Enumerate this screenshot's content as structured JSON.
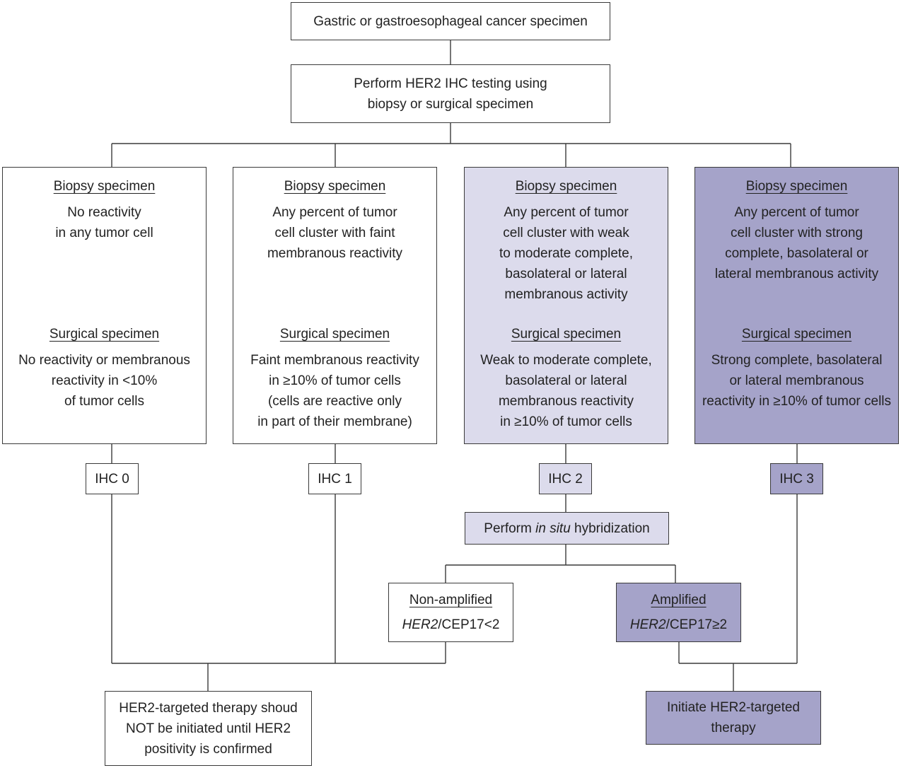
{
  "top": {
    "text": "Gastric or gastroesophageal cancer specimen"
  },
  "test": {
    "line1": "Perform HER2 IHC testing using",
    "line2": "biopsy or surgical specimen"
  },
  "columns": [
    {
      "biopsy_heading": "Biopsy specimen",
      "biopsy_text": "No reactivity\nin any tumor cell",
      "surgical_heading": "Surgical specimen",
      "surgical_text": "No reactivity or membranous\nreactivity in <10%\nof tumor cells",
      "score": "IHC 0"
    },
    {
      "biopsy_heading": "Biopsy specimen",
      "biopsy_text": "Any percent of tumor\ncell cluster with faint\nmembranous reactivity",
      "surgical_heading": "Surgical specimen",
      "surgical_text": "Faint membranous reactivity\nin ≥10% of tumor cells\n(cells are reactive only\nin part of their membrane)",
      "score": "IHC 1"
    },
    {
      "biopsy_heading": "Biopsy specimen",
      "biopsy_text": "Any percent of tumor\ncell cluster with weak\nto moderate complete,\nbasolateral or lateral\nmembranous activity",
      "surgical_heading": "Surgical specimen",
      "surgical_text": "Weak to moderate complete,\nbasolateral or lateral\nmembranous reactivity\nin ≥10% of tumor cells",
      "score": "IHC 2"
    },
    {
      "biopsy_heading": "Biopsy specimen",
      "biopsy_text": "Any percent of tumor\ncell cluster with strong\ncomplete, basolateral or\nlateral membranous activity",
      "surgical_heading": "Surgical specimen",
      "surgical_text": "Strong complete, basolateral\nor lateral membranous\nreactivity in ≥10% of tumor cells",
      "score": "IHC 3"
    }
  ],
  "ish": {
    "prefix": "Perform ",
    "italic": "in situ",
    "suffix": " hybridization"
  },
  "non_amplified": {
    "heading": "Non-amplified",
    "gene": "HER2",
    "ratio": "/CEP17<2"
  },
  "amplified": {
    "heading": "Amplified",
    "gene": "HER2",
    "ratio": "/CEP17≥2"
  },
  "negative_outcome": {
    "text": "HER2-targeted therapy shoud\nNOT be initiated until HER2\npositivity is confirmed"
  },
  "positive_outcome": {
    "text": "Initiate HER2-targeted\ntherapy"
  },
  "colors": {
    "line": "#3a3a3a",
    "light_fill": "#dcdbec",
    "dark_fill": "#a5a3c9"
  }
}
